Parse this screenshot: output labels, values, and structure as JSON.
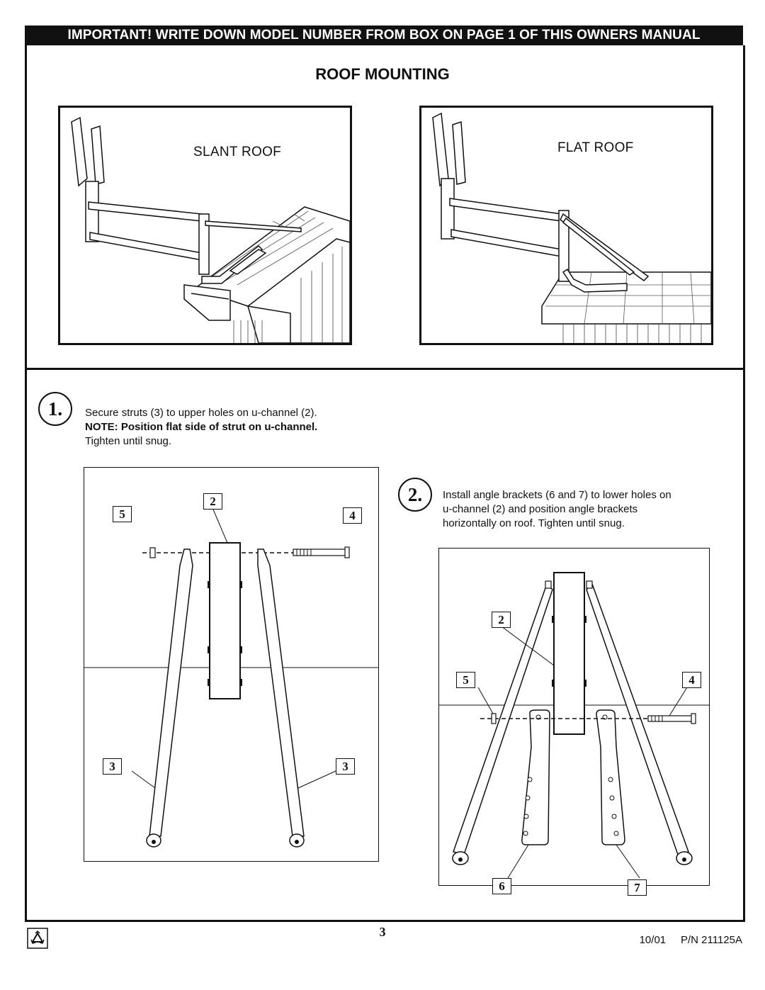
{
  "banner": "IMPORTANT!  WRITE DOWN MODEL NUMBER FROM BOX ON PAGE 1 OF THIS OWNERS MANUAL",
  "section_title": "ROOF MOUNTING",
  "panels": {
    "slant": {
      "label": "SLANT ROOF"
    },
    "flat": {
      "label": "FLAT ROOF"
    }
  },
  "step1": {
    "number": "1.",
    "line1": "Secure struts (3) to upper holes on u-channel (2).",
    "note": "NOTE: Position flat side of strut on u-channel.",
    "line3": "Tighten until snug.",
    "callouts": {
      "c5": "5",
      "c2": "2",
      "c4": "4",
      "c3a": "3",
      "c3b": "3"
    }
  },
  "step2": {
    "number": "2.",
    "line1": "Install angle brackets (6 and 7) to lower holes on",
    "line2": "u-channel (2) and position angle brackets",
    "line3": "horizontally on roof.  Tighten until snug.",
    "callouts": {
      "c2": "2",
      "c5": "5",
      "c4": "4",
      "c6": "6",
      "c7": "7"
    }
  },
  "footer": {
    "page_number": "3",
    "date": "10/01",
    "part_number": "P/N 211125A",
    "recycle_icon": "recycle-icon"
  }
}
